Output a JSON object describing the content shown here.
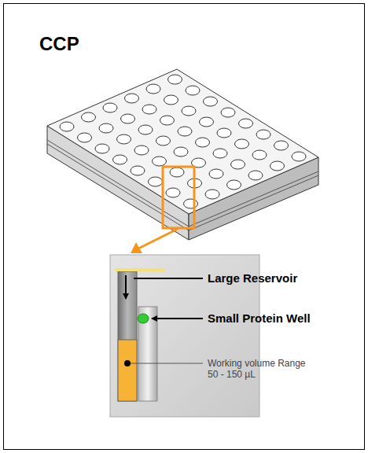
{
  "diagram": {
    "title": "CCP",
    "labels": [
      "Large Reservoir",
      "Small Protein Well",
      "Working volume Range 50 - 150 µL"
    ]
  }
}
